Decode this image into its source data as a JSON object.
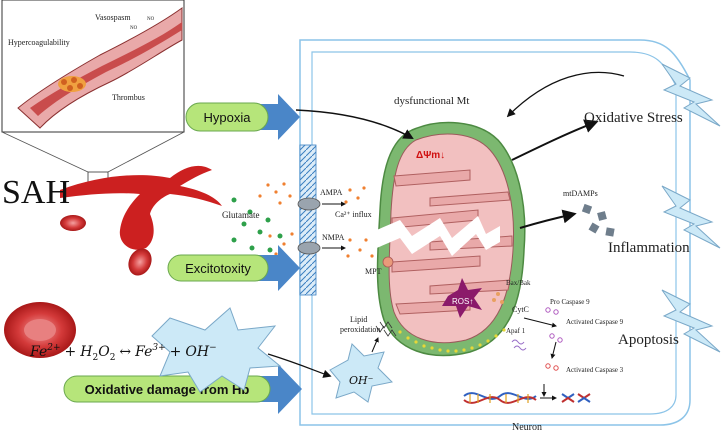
{
  "labels": {
    "inset_vasospasm": "Vasospasm",
    "inset_no1": "NO",
    "inset_no2": "NO",
    "inset_hypercoag": "Hypercoagulability",
    "inset_thrombus": "Thrombus",
    "sah": "SAH",
    "hypoxia": "Hypoxia",
    "excitotoxicity": "Excitotoxity",
    "oxidative_damage": "Oxidative damage from Hb",
    "glutamate": "Glutamate",
    "ampa": "AMPA",
    "ca_influx": "Ca²⁺ influx",
    "nmpa": "NMPA",
    "mpt": "MPT",
    "dysfunctional_mt": "dysfunctional Mt",
    "delta_psi": "ΔΨm↓",
    "ros": "ROS↑",
    "lipid1": "Lipid",
    "lipid2": "peroxidation",
    "bax_bak": "Bax/Bak",
    "cytc": "CytC",
    "apaf1": "Apaf 1",
    "pro_caspase9": "Pro Caspase 9",
    "act_caspase9": "Activated Caspase 9",
    "act_caspase3": "Activated Caspase 3",
    "mtdamps": "mtDAMPs",
    "oxidative_stress": "Oxidative Stress",
    "inflammation": "Inflammation",
    "apoptosis": "Apoptosis",
    "neuron": "Neuron",
    "oh_minus": "OH⁻"
  },
  "equation": {
    "fe2": "Fe",
    "fe2_sup": "2+",
    "plus1": "+",
    "h2o2_h": "H",
    "h2o2_2a": "2",
    "h2o2_o": "O",
    "h2o2_2b": "2",
    "arrow": "↔",
    "fe3": "Fe",
    "fe3_sup": "3+",
    "plus2": "+",
    "oh": "OH",
    "oh_sup": "−"
  },
  "colors": {
    "pill_fill": "#b6e57a",
    "pill_stroke": "#6aa84f",
    "arrow_blue": "#4a86c8",
    "mito_outer": "#7cb870",
    "mito_inner": "#f2c0c0",
    "cristae": "#c97a7a",
    "blood": "#cc2020",
    "neuron_line": "#8cc4e8",
    "lightning": "#cce9f7",
    "ros_star": "#8b1a6a"
  }
}
